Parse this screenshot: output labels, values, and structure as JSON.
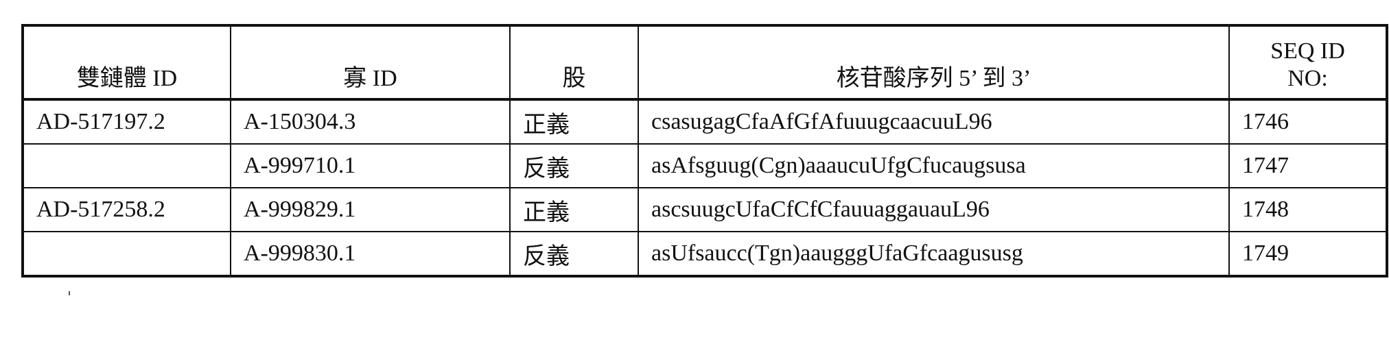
{
  "table": {
    "headers": {
      "duplex_id": "雙鏈體 ID",
      "oligo_id": "寡 ID",
      "strand": "股",
      "sequence": "核苷酸序列 5’ 到 3’",
      "seq_id_line1": "SEQ ID",
      "seq_id_line2": "NO:"
    },
    "rows": [
      {
        "duplex_id": "AD-517197.2",
        "oligo_id": "A-150304.3",
        "strand": "正義",
        "sequence": "csasugagCfaAfGfAfuuugcaacuuL96",
        "seq_id_no": "1746"
      },
      {
        "duplex_id": "",
        "oligo_id": "A-999710.1",
        "strand": "反義",
        "sequence": "asAfsguug(Cgn)aaaucuUfgCfucaugsusa",
        "seq_id_no": "1747"
      },
      {
        "duplex_id": "AD-517258.2",
        "oligo_id": "A-999829.1",
        "strand": "正義",
        "sequence": "ascsuugcUfaCfCfCfauuaggauauL96",
        "seq_id_no": "1748"
      },
      {
        "duplex_id": "",
        "oligo_id": "A-999830.1",
        "strand": "反義",
        "sequence": "asUfsaucc(Tgn)aaugggUfaGfcaagususg",
        "seq_id_no": "1749"
      }
    ]
  }
}
